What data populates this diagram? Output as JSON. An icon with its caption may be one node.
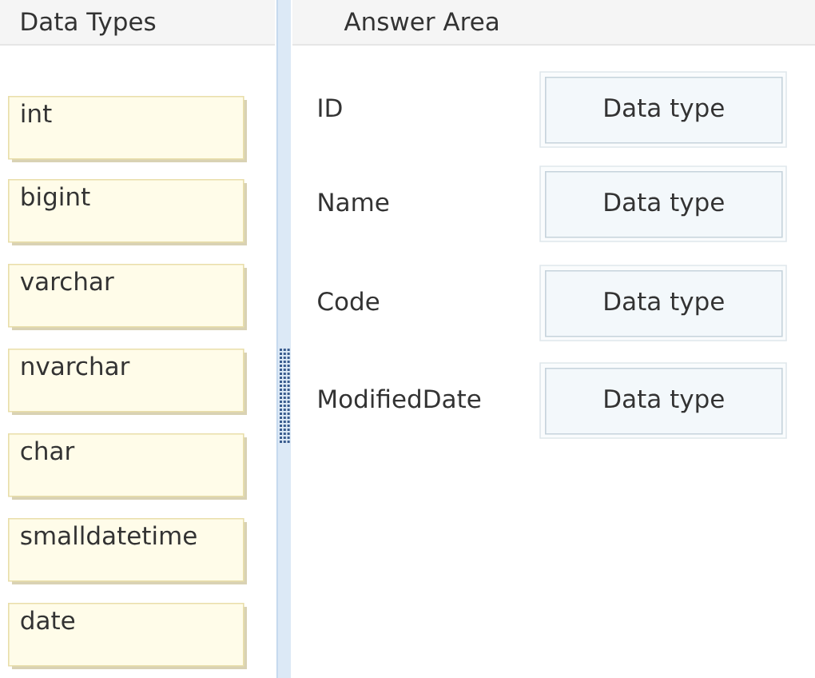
{
  "diagram": {
    "nodes": [
      {
        "text": [
          "int"
        ]
      },
      {
        "text": [
          "bigint"
        ]
      },
      {
        "text": [
          "varchar"
        ]
      },
      {
        "text": [
          "nvarchar"
        ]
      },
      {
        "text": [
          "char"
        ]
      },
      {
        "text": [
          "smalldatetime"
        ]
      },
      {
        "text": [
          "date"
        ]
      },
      {
        "text": [
          "Data type"
        ]
      },
      {
        "text": [
          "Data type"
        ]
      },
      {
        "text": [
          "Data type"
        ]
      },
      {
        "text": [
          "Data type"
        ]
      }
    ],
    "labels": [
      "Data Types",
      "Answer Area",
      "ID",
      "Name",
      "Code",
      "ModifiedDate"
    ]
  }
}
